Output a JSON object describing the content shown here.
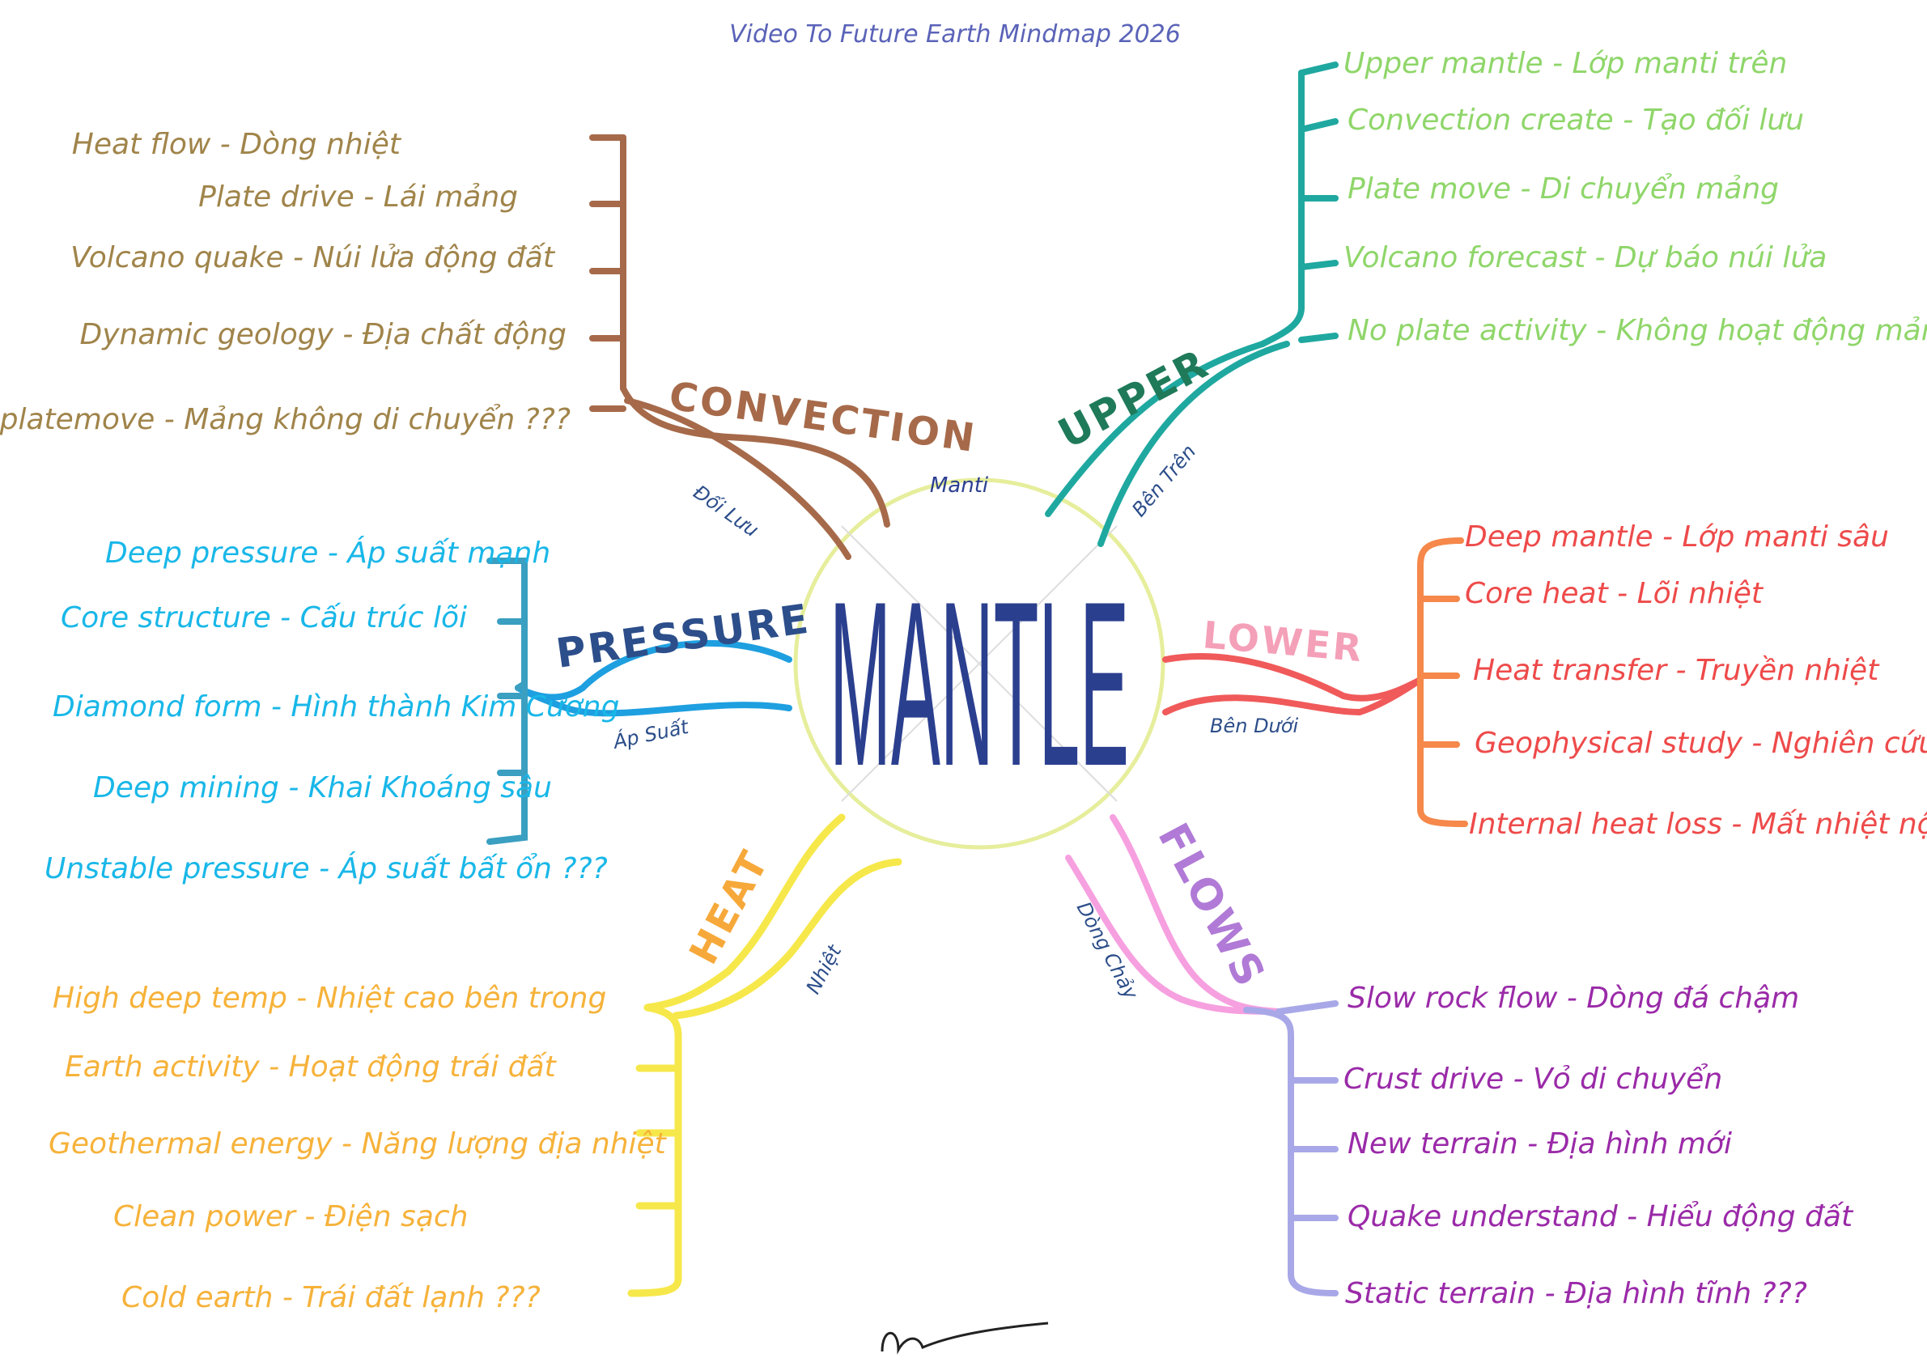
{
  "title": "Video To Future Earth Mindmap 2026",
  "center": {
    "label": "MANTLE",
    "color": "#2b3f8f",
    "ring_color": "#e6ee9c"
  },
  "branches": {
    "convection": {
      "name": "CONVECTION",
      "sub": "Đối Lưu",
      "color": "#a66a4a",
      "text_color": "#a0844a",
      "items": [
        "Heat flow - Dòng nhiệt",
        "Plate drive - Lái mảng",
        "Volcano quake - Núi lửa động đất",
        "Dynamic geology - Địa chất động",
        "Noplatemove - Mảng không di chuyển ???"
      ]
    },
    "upper": {
      "name": "UPPER",
      "sub": "Bên Trên",
      "color": "#1fa8a0",
      "label_color": "#1f7a5a",
      "text_color": "#8fd66a",
      "items": [
        "Upper mantle - Lớp manti trên",
        "Convection create - Tạo đối lưu",
        "Plate move - Di chuyển mảng",
        "Volcano forecast - Dự báo núi lửa",
        "No plate activity - Không hoạt động mảng ???"
      ]
    },
    "pressure": {
      "name": "PRESSURE",
      "sub": "Áp Suất",
      "color": "#1e9fe0",
      "label_color": "#2c4e8a",
      "bracket_color": "#3a9fc0",
      "text_color": "#19b7e8",
      "items": [
        "Deep pressure - Áp suất mạnh",
        "Core structure - Cấu trúc lõi",
        "Diamond form - Hình thành Kim Cương",
        "Deep mining - Khai Khoáng sâu",
        "Unstable pressure - Áp suất bất ổn ???"
      ]
    },
    "lower": {
      "name": "LOWER",
      "sub": "Bên Dưới",
      "color": "#f05a5a",
      "label_color": "#f4a0b8",
      "bracket_color": "#f5884a",
      "text_color": "#ee4a4a",
      "items": [
        "Deep mantle - Lớp manti sâu",
        "Core heat - Lõi nhiệt",
        "Heat transfer - Truyền nhiệt",
        "Geophysical study - Nghiên cứu địa vật lý",
        "Internal heat loss - Mất nhiệt nội ???"
      ]
    },
    "heat": {
      "name": "HEAT",
      "sub": "Nhiệt",
      "color": "#f6e84a",
      "label_color": "#f6a93a",
      "text_color": "#f6b23a",
      "items": [
        "High deep temp - Nhiệt cao bên trong",
        "Earth activity - Hoạt động trái đất",
        "Geothermal energy - Năng lượng địa nhiệt",
        "Clean power - Điện sạch",
        "Cold earth - Trái đất lạnh ???"
      ]
    },
    "flows": {
      "name": "FLOWS",
      "sub": "Dòng Chảy",
      "color": "#f6a0e0",
      "label_color": "#b07ad6",
      "bracket_color": "#a8a8e8",
      "text_color": "#9a2aa8",
      "items": [
        "Slow rock flow - Dòng đá chậm",
        "Crust drive - Vỏ di chuyển",
        "New terrain - Địa hình mới",
        "Quake understand - Hiểu động đất",
        "Static terrain - Địa hình tĩnh ???"
      ]
    }
  },
  "circle_labels": {
    "top": "Manti"
  }
}
